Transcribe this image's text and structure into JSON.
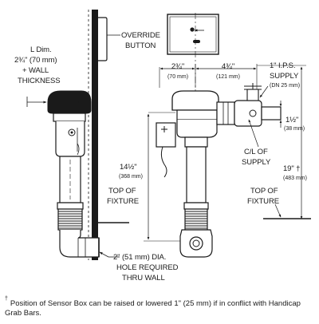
{
  "labels": {
    "l_dim": "L Dim.",
    "l_dim_value": "2¾\" (70 mm)",
    "plus_wall": "+ WALL",
    "thickness": "THICKNESS",
    "override_1": "OVERRIDE",
    "override_2": "BUTTON",
    "dim_2_3_4": "2¾\"",
    "dim_2_3_4_mm": "(70 mm)",
    "dim_4_3_4": "4¾\"",
    "dim_4_3_4_mm": "(121 mm)",
    "ips_1": "1\" I.P.S.",
    "ips_2": "SUPPLY",
    "ips_3": "(DN 25 mm)",
    "dim_1_1_2": "1½\"",
    "dim_1_1_2_mm": "(38 mm)",
    "cl_1": "C/L OF",
    "cl_2": "SUPPLY",
    "dim_14_1_2": "14½\"",
    "dim_14_1_2_mm": "(368 mm)",
    "dim_19": "19\" †",
    "dim_19_mm": "(483 mm)",
    "top_fixture_l1": "TOP OF",
    "top_fixture_l2": "FIXTURE",
    "top_fixture_r1": "TOP OF",
    "top_fixture_r2": "FIXTURE",
    "hole_1": "2\" (51 mm) DIA.",
    "hole_2": "HOLE REQUIRED",
    "hole_3": "THRU WALL"
  },
  "footnote": {
    "mark": "†",
    "text": "Position of Sensor Box can be raised or lowered 1\" (25 mm) if in conflict with Handicap Grab Bars."
  },
  "colors": {
    "line": "#1a1a1a",
    "wall_hatch": "#1a1a1a",
    "background": "#ffffff"
  }
}
